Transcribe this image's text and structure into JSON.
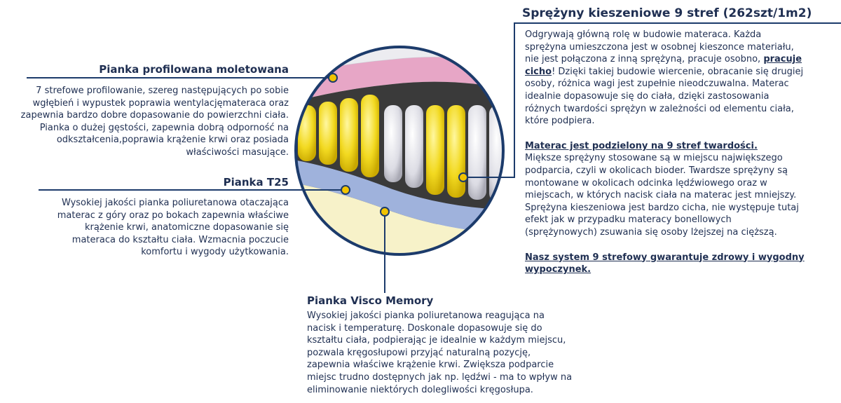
{
  "left_top": {
    "title": "Pianka profilowana moletowana",
    "lines": [
      "7 strefowe profilowanie, szereg następujących po sobie",
      "wgłębień i wypustek poprawia wentylacjęmateraca oraz",
      "zapewnia bardzo dobre dopasowanie do powierzchni ciała.",
      "Pianka o dużej gęstości, zapewnia dobrą odporność na",
      "odkształcenia,poprawia krążenie krwi oraz posiada",
      "właściwości masujące."
    ]
  },
  "left_mid": {
    "title": "Pianka T25",
    "lines": [
      "Wysokiej jakości pianka poliuretanowa otaczająca",
      "materac z góry oraz po bokach zapewnia właściwe",
      "krążenie krwi, anatomiczne dopasowanie się",
      "materaca do kształtu ciała. Wzmacnia poczucie",
      "komfortu i wygody użytkowania."
    ]
  },
  "bottom": {
    "title": "Pianka Visco Memory",
    "lines": [
      "Wysokiej jakości pianka poliuretanowa reagująca na",
      "nacisk i temperaturę. Doskonale dopasowuje się do",
      "kształtu ciała, podpierając je idealnie w każdym miejscu,",
      "pozwala kręgosłupowi przyjąć naturalną pozycję,",
      "zapewnia właściwe krążenie krwi. Zwiększa podparcie",
      "miejsc trudno dostępnych jak np. lędźwi - ma to wpływ na",
      "eliminowanie niektórych dolegliwości kręgosłupa."
    ]
  },
  "right": {
    "title": "Sprężyny kieszeniowe 9 stref (262szt/1m2)",
    "p1_lines": [
      "Odgrywają główną rolę w budowie materaca. Każda",
      "sprężyna umieszczona jest w osobnej kieszonce materiału,",
      "nie jest połączona z inną sprężyną, pracuje osobno,"
    ],
    "p1_link1": "pracuje",
    "p1_link2": "cicho",
    "p1_after_link": "! Dzięki takiej budowie wiercenie, obracanie się drugiej",
    "p1_rest": [
      "osoby, różnica wagi jest zupełnie nieodczuwalna. Materac",
      "idealnie dopasowuje się do ciała, dzięki zastosowania",
      "różnych twardości sprężyn w zależności od elementu ciała,",
      "które podpiera."
    ],
    "p2_heading": "Materac jest podzielony na 9 stref twardości.",
    "p2_lines": [
      "Miększe sprężyny stosowane są w miejscu największego",
      "podparcia, czyli w okolicach bioder. Twardsze sprężyny są",
      "montowane w okolicach odcinka lędźwiowego oraz w",
      "miejscach, w których nacisk ciała na materac jest mniejszy.",
      "Sprężyna kieszeniowa jest bardzo cicha, nie występuje tutaj",
      "efekt jak w przypadku materacy bonellowych",
      "(sprężynowych) zsuwania się osoby lżejszej na cięższą."
    ],
    "p3_lines": [
      "Nasz system 9 strefowy gwarantuje zdrowy i wygodny",
      "wypoczynek."
    ]
  },
  "colors": {
    "text": "#1f2f52",
    "line": "#1c3b6b",
    "dot": "#f2c400",
    "spring_yellow": "#f3e23a",
    "spring_white": "#e9e9ee",
    "pink_foam": "#e7a6c6",
    "blue_foam": "#9fb2dc",
    "visco": "#f7f2c9"
  }
}
